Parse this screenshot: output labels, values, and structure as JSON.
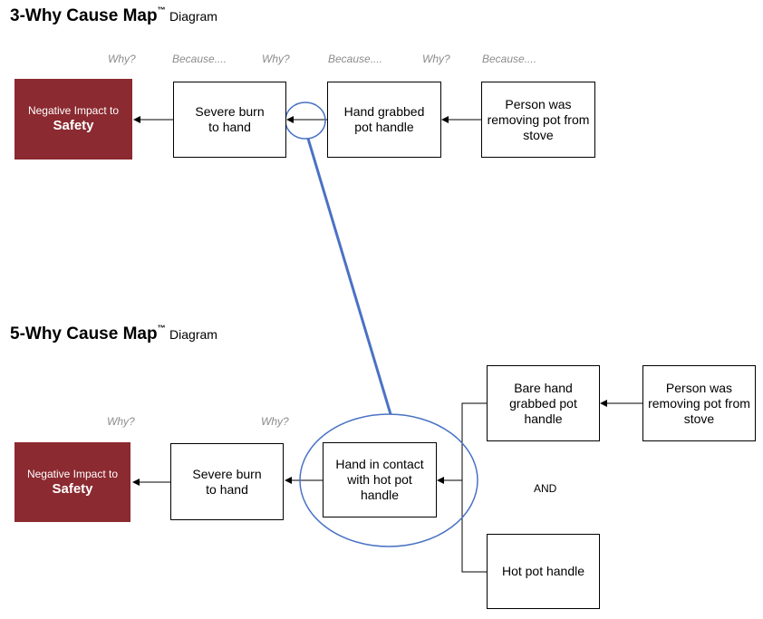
{
  "diagram3": {
    "title_main": "3-Why Cause Map",
    "title_tm": "™",
    "title_sub": "Diagram",
    "labels": [
      "Why?",
      "Because....",
      "Why?",
      "Because....",
      "Why?",
      "Because...."
    ],
    "impact": {
      "line1": "Negative Impact to",
      "line2": "Safety"
    },
    "boxes": [
      "Severe burn\nto hand",
      "Hand grabbed\npot handle",
      "Person was\nremoving pot from\nstove"
    ]
  },
  "diagram5": {
    "title_main": "5-Why Cause Map",
    "title_tm": "™",
    "title_sub": "Diagram",
    "labels": [
      "Why?",
      "Why?"
    ],
    "impact": {
      "line1": "Negative Impact to",
      "line2": "Safety"
    },
    "boxes": [
      "Severe burn\nto hand",
      "Hand in contact\nwith hot pot handle",
      "Bare hand\ngrabbed pot\nhandle",
      "Person was\nremoving pot from\nstove",
      "Hot pot handle"
    ],
    "and_label": "AND"
  },
  "colors": {
    "impact_fill": "#8b2a30",
    "highlight": "#4a72c4",
    "label_gray": "#8c8c8c"
  }
}
